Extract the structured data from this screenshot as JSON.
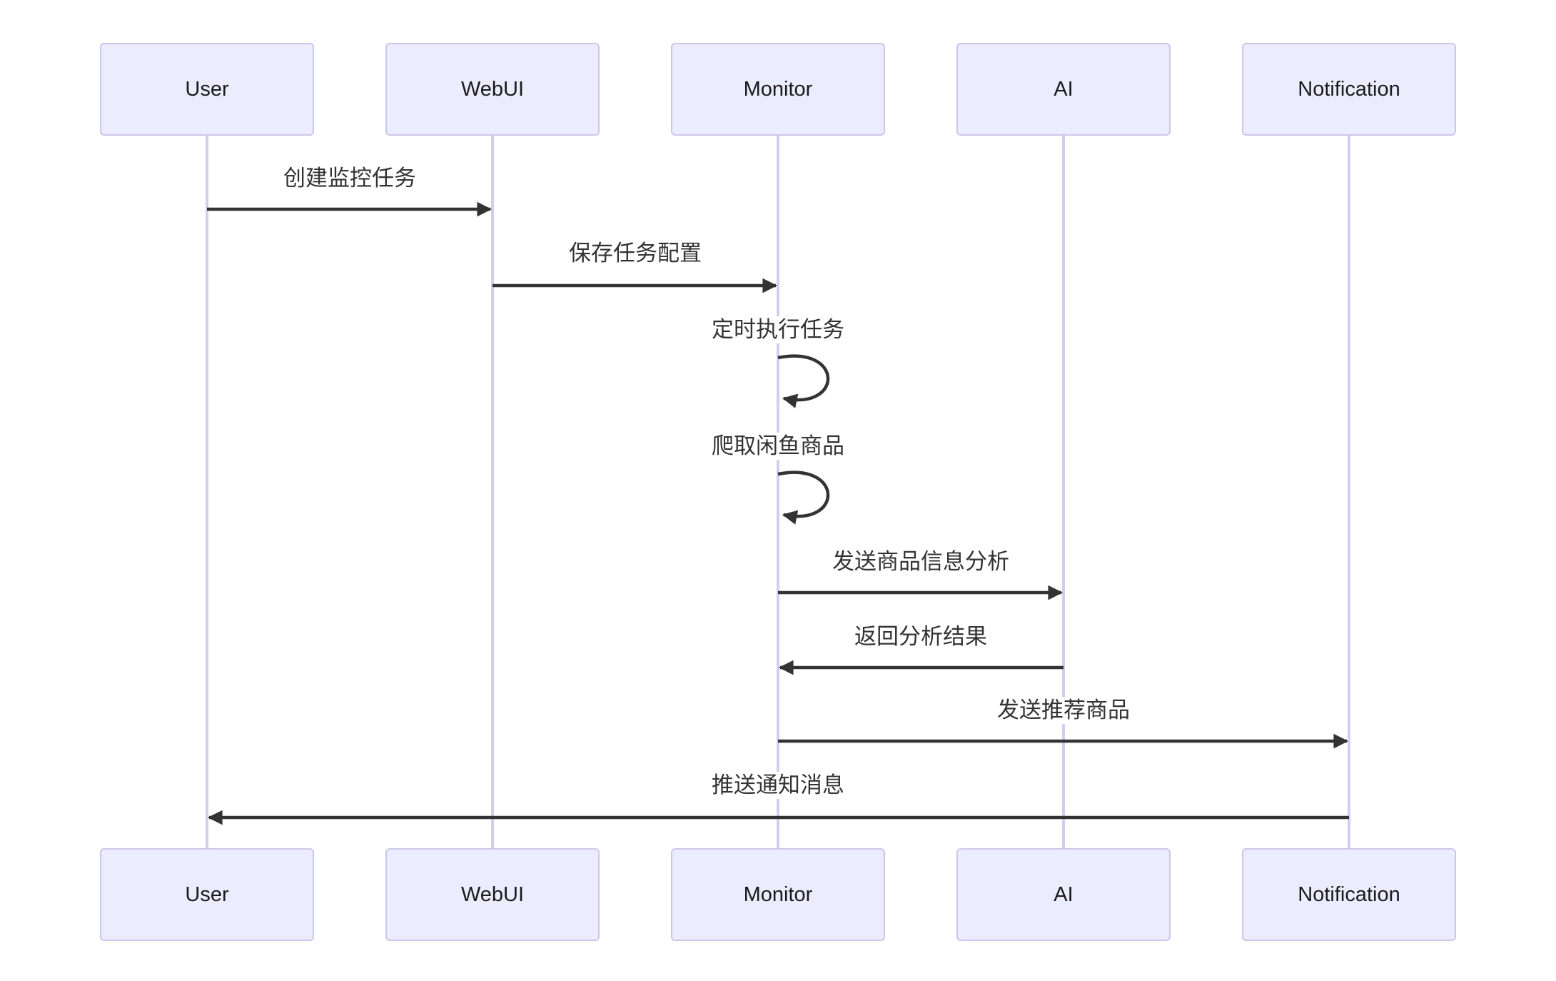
{
  "diagram": {
    "type": "sequence-diagram",
    "actors": [
      {
        "label": "User"
      },
      {
        "label": "WebUI"
      },
      {
        "label": "Monitor"
      },
      {
        "label": "AI"
      },
      {
        "label": "Notification"
      }
    ],
    "messages": [
      {
        "from": "User",
        "to": "WebUI",
        "kind": "solid-arrow",
        "label": "创建监控任务"
      },
      {
        "from": "WebUI",
        "to": "Monitor",
        "kind": "solid-arrow",
        "label": "保存任务配置"
      },
      {
        "from": "Monitor",
        "to": "Monitor",
        "kind": "self-loop",
        "label": "定时执行任务"
      },
      {
        "from": "Monitor",
        "to": "Monitor",
        "kind": "self-loop",
        "label": "爬取闲鱼商品"
      },
      {
        "from": "Monitor",
        "to": "AI",
        "kind": "solid-arrow",
        "label": "发送商品信息分析"
      },
      {
        "from": "AI",
        "to": "Monitor",
        "kind": "solid-arrow",
        "label": "返回分析结果"
      },
      {
        "from": "Monitor",
        "to": "Notification",
        "kind": "solid-arrow",
        "label": "发送推荐商品"
      },
      {
        "from": "Notification",
        "to": "User",
        "kind": "solid-arrow",
        "label": "推送通知消息"
      }
    ],
    "colors": {
      "background": "#FFFFFF",
      "actor_fill": "#ECECFF",
      "actor_border": "#CDC6EA",
      "lifeline": "#D5CDEF",
      "arrow": "#333333",
      "message_text": "#333333",
      "actor_text": "#1A1A1A"
    }
  }
}
